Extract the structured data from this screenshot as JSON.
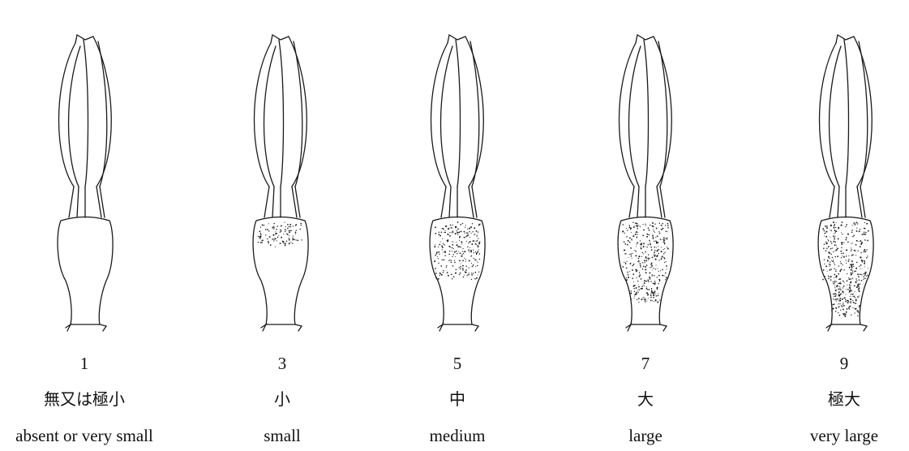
{
  "figure": {
    "panels": [
      {
        "level": "1",
        "label_ja": "無又は極小",
        "label_en": "absent or very small",
        "stipple": 0
      },
      {
        "level": "3",
        "label_ja": "小",
        "label_en": "small",
        "stipple": 0.25
      },
      {
        "level": "5",
        "label_ja": "中",
        "label_en": "medium",
        "stipple": 0.6
      },
      {
        "level": "7",
        "label_ja": "大",
        "label_en": "large",
        "stipple": 0.85
      },
      {
        "level": "9",
        "label_ja": "極大",
        "label_en": "very large",
        "stipple": 1.0
      }
    ],
    "colors": {
      "ink": "#1a1a1a",
      "background": "#ffffff"
    }
  }
}
